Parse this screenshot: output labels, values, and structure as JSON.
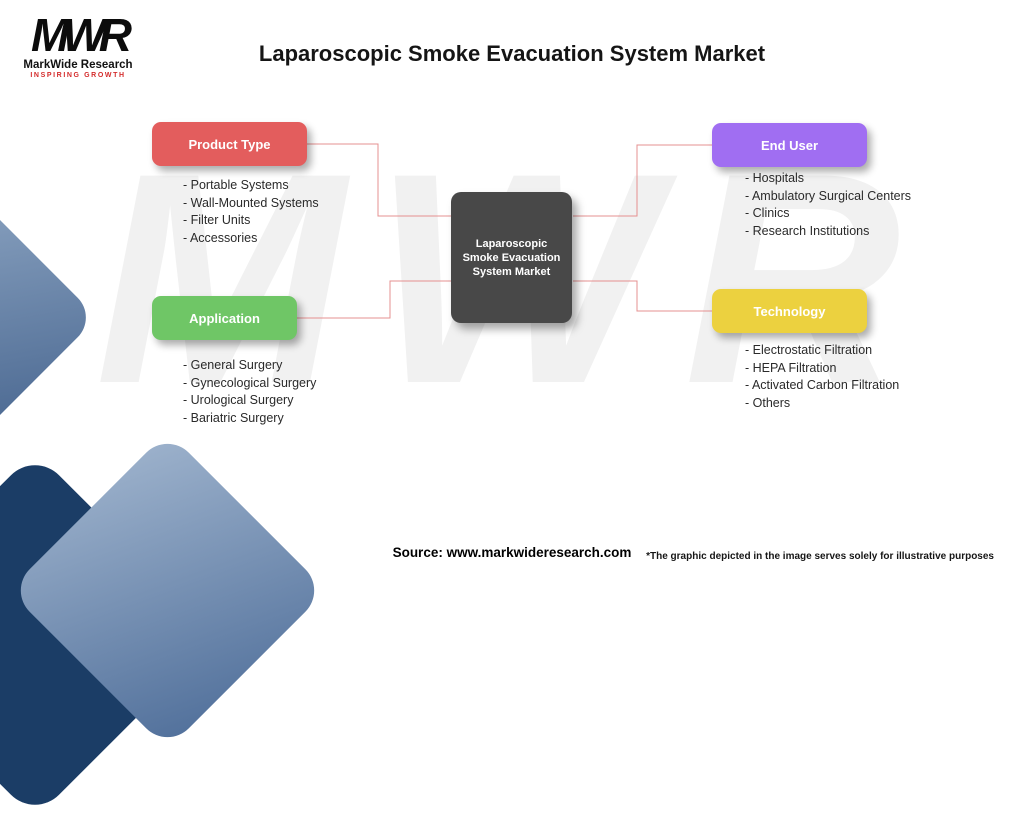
{
  "title": "Laparoscopic Smoke Evacuation System Market",
  "logo": {
    "brand": "MWR",
    "name": "MarkWide Research",
    "tagline": "Inspiring Growth"
  },
  "watermark": {
    "text": "MWR"
  },
  "center": {
    "label": "Laparoscopic Smoke Evacuation System Market"
  },
  "categories": [
    {
      "id": "product-type",
      "label": "Product Type",
      "color": "#e35d5d",
      "items": [
        "- Portable Systems",
        "- Wall-Mounted Systems",
        "- Filter Units",
        "- Accessories"
      ]
    },
    {
      "id": "end-user",
      "label": "End User",
      "color": "#a06ef2",
      "items": [
        "- Hospitals",
        "- Ambulatory Surgical Centers",
        "- Clinics",
        "- Research Institutions"
      ]
    },
    {
      "id": "application",
      "label": "Application",
      "color": "#6fc666",
      "items": [
        "- General Surgery",
        "- Gynecological Surgery",
        "- Urological Surgery",
        "- Bariatric Surgery"
      ]
    },
    {
      "id": "technology",
      "label": "Technology",
      "color": "#ecd13f",
      "items": [
        "- Electrostatic Filtration",
        "- HEPA Filtration",
        "- Activated Carbon Filtration",
        "- Others"
      ]
    }
  ],
  "footer": {
    "source": "Source: www.markwideresearch.com",
    "disclaimer": "*The graphic depicted in the image serves solely for illustrative purposes"
  }
}
